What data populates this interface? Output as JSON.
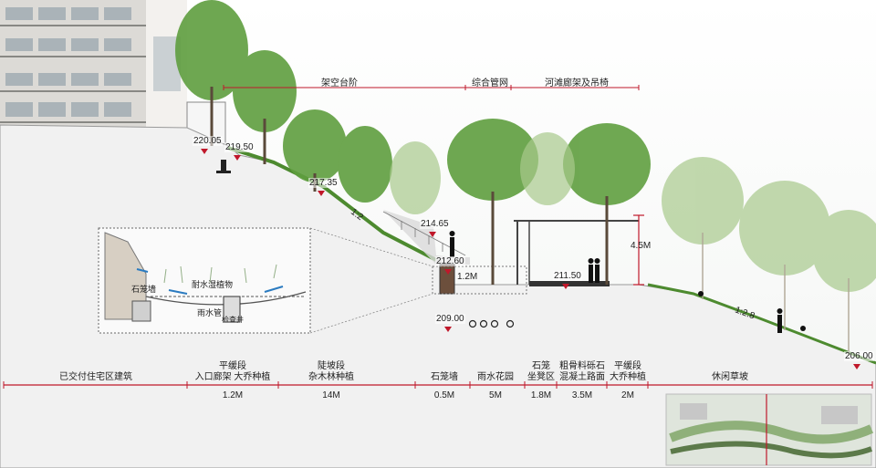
{
  "top_labels": [
    "架空台阶",
    "综合管网",
    "河滩廊架及吊椅"
  ],
  "elevations": [
    "220.05",
    "219.50",
    "217.35",
    "214.65",
    "212.60",
    "211.50",
    "209.00",
    "206.00"
  ],
  "dimensions": {
    "wall_height": "1.2M",
    "pavilion_height": "4.5M",
    "slope_left": "1:2",
    "slope_right": "1:2.8"
  },
  "detail": {
    "stone_cage_wall": "石笼墙",
    "wet_plants": "耐水湿植物",
    "rain_pipe": "雨水管",
    "inspection_well": "检查井"
  },
  "segments": [
    {
      "lines": [
        "已交付住宅区建筑"
      ],
      "width": ""
    },
    {
      "lines": [
        "平缓段",
        "入口廊架 大乔种植"
      ],
      "width": "1.2M"
    },
    {
      "lines": [
        "陡坡段",
        "杂木林种植"
      ],
      "width": "14M"
    },
    {
      "lines": [
        "石笼墙"
      ],
      "width": "0.5M"
    },
    {
      "lines": [
        "雨水花园"
      ],
      "width": "5M"
    },
    {
      "lines": [
        "石笼",
        "坐凳区"
      ],
      "width": "1.8M"
    },
    {
      "lines": [
        "粗骨料砾石",
        "混凝土路面"
      ],
      "width": "3.5M"
    },
    {
      "lines": [
        "平缓段",
        "大乔种植"
      ],
      "width": "2M"
    },
    {
      "lines": [
        "休闲草坡"
      ],
      "width": ""
    }
  ],
  "colors": {
    "accent_red": "#c0182a",
    "ground": "#f1f1f1",
    "grass": "#4d8a2f",
    "tree": "#5f9e3f",
    "tree_light": "#a8c98c"
  }
}
